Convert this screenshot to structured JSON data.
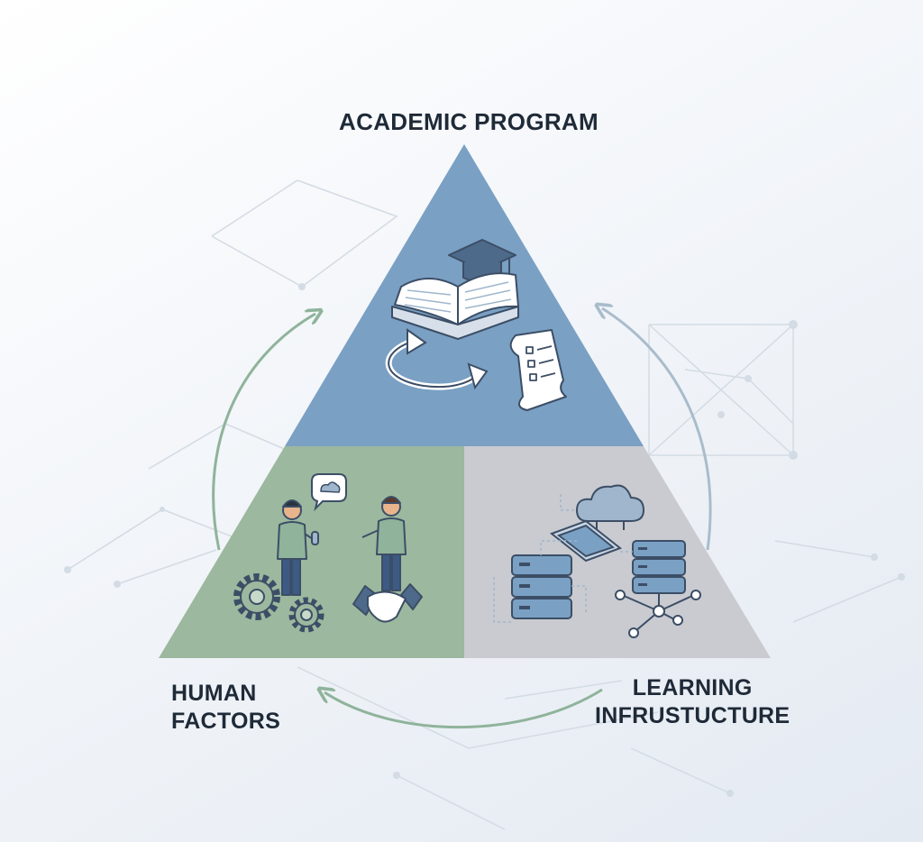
{
  "sections": {
    "top": {
      "lines": [
        "ACADEMIC PROGRAM"
      ],
      "color": "#7aa0c4"
    },
    "left": {
      "lines": [
        "HUMAN",
        "FACTORS"
      ],
      "color": "#9cb89e"
    },
    "right": {
      "lines": [
        "LEARNING",
        "INFRUSTUCTURE"
      ],
      "color": "#c9cbd0"
    }
  },
  "colors": {
    "text": "#1f2a38",
    "outline": "#3c4e66",
    "arrow_green": "#8fb39b",
    "arrow_blue": "#a9bccb",
    "network_lines": "#d3dbe4"
  },
  "icons": [
    "graduation-cap-icon",
    "open-book-icon",
    "cycle-arrows-icon",
    "checklist-scroll-icon",
    "person-icon",
    "speech-bubble-icon",
    "gears-icon",
    "handshake-icon",
    "cloud-icon",
    "tablet-icon",
    "server-stack-icon",
    "network-node-icon"
  ]
}
